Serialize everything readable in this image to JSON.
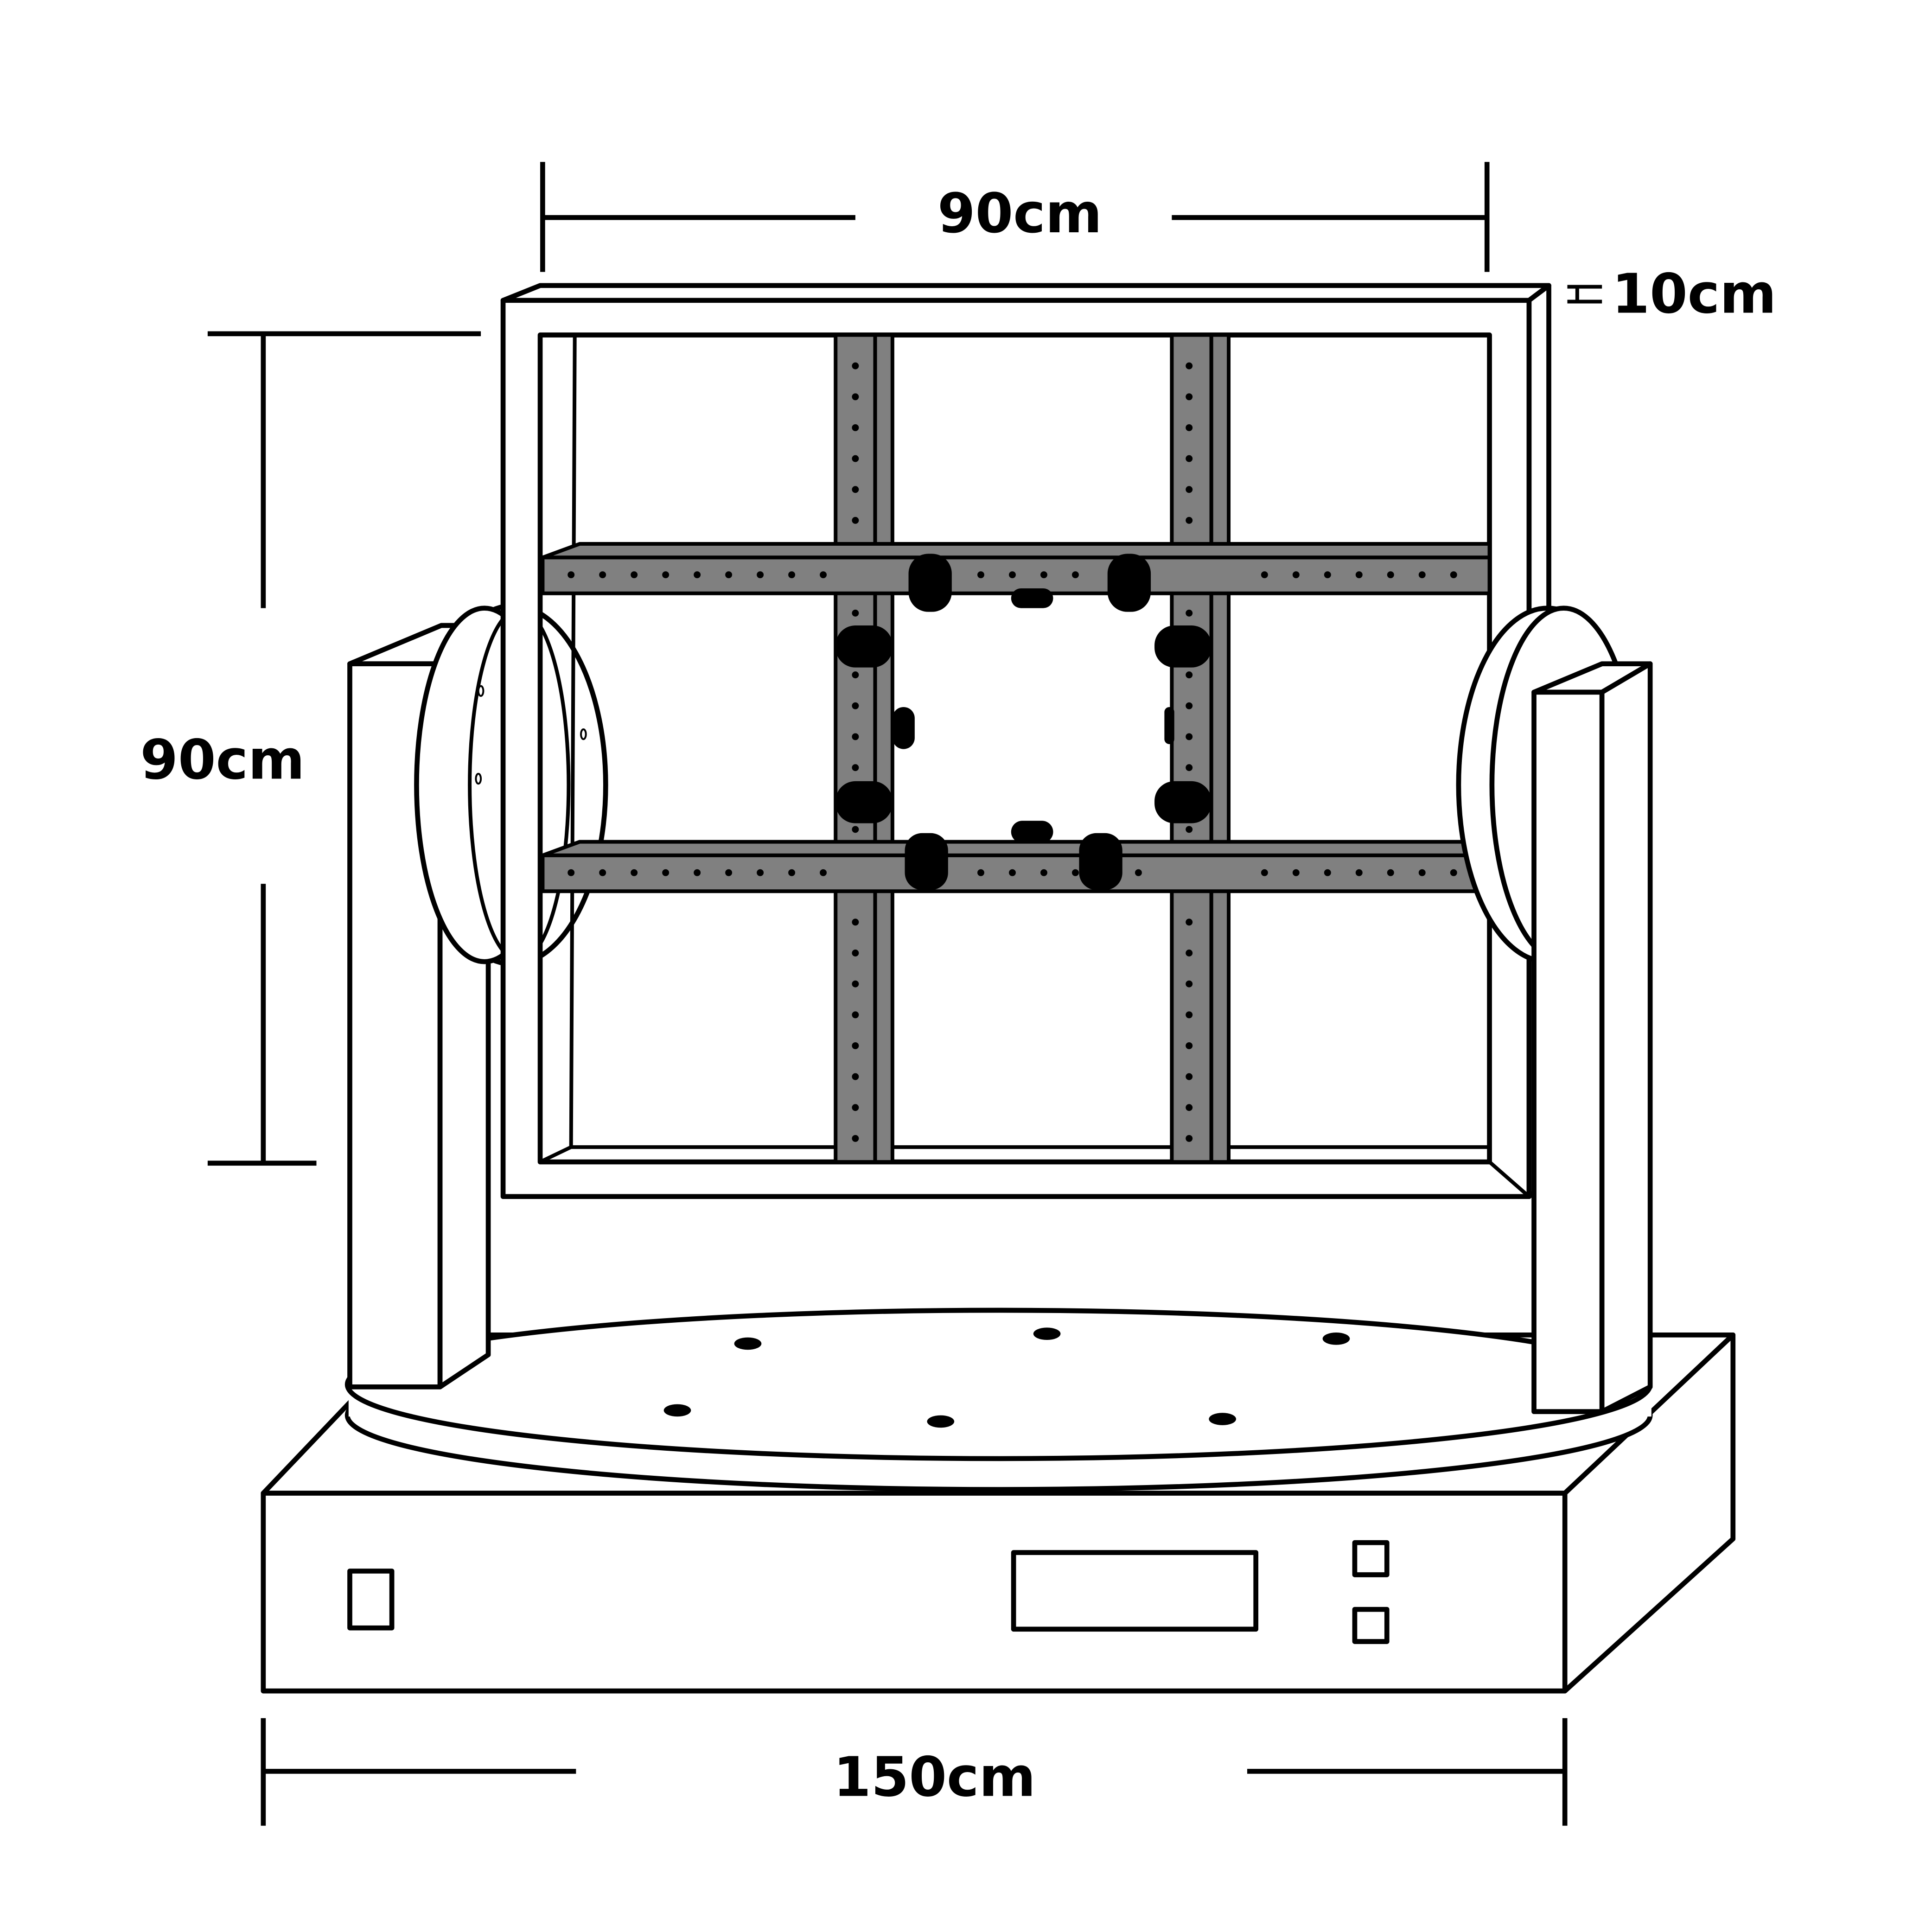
{
  "dimensions": {
    "frame_width": "90cm",
    "frame_depth": "10cm",
    "frame_height": "90cm",
    "base_width": "150cm"
  },
  "colors": {
    "line": "#000000",
    "fill": "#ffffff",
    "rail": "#808080",
    "clamp": "#000000"
  }
}
